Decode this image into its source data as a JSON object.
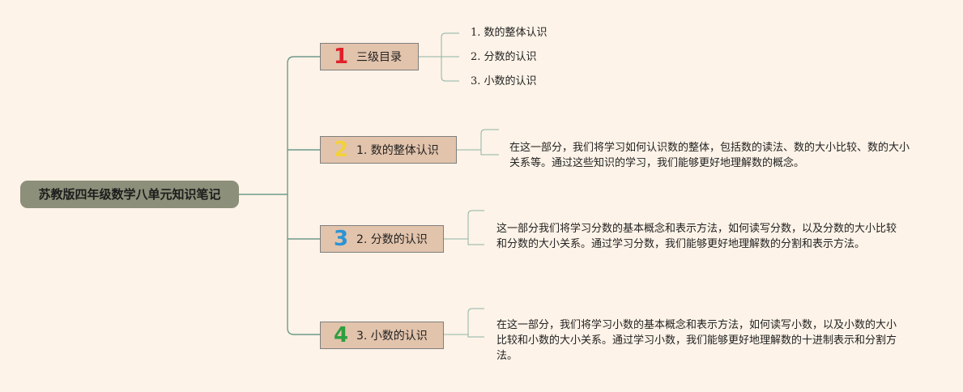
{
  "root": {
    "title": "苏教版四年级数学八单元知识笔记"
  },
  "branches": [
    {
      "number": "1",
      "label": "三级目录",
      "color": "#e0202a",
      "children": [
        "1. 数的整体认识",
        "2. 分数的认识",
        "3. 小数的认识"
      ]
    },
    {
      "number": "2",
      "label": "1. 数的整体认识",
      "color": "#f3d13c",
      "description": "在这一部分，我们将学习如何认识数的整体，包括数的读法、数的大小比较、数的大小关系等。通过这些知识的学习，我们能够更好地理解数的概念。"
    },
    {
      "number": "3",
      "label": "2. 分数的认识",
      "color": "#2b93d6",
      "description": "这一部分我们将学习分数的基本概念和表示方法，如何读写分数，以及分数的大小比较和分数的大小关系。通过学习分数，我们能够更好地理解数的分割和表示方法。"
    },
    {
      "number": "4",
      "label": "3. 小数的认识",
      "color": "#2e9e3f",
      "description": "在这一部分，我们将学习小数的基本概念和表示方法，如何读写小数，以及小数的大小比较和小数的大小关系。通过学习小数，我们能够更好地理解数的十进制表示和分割方法。"
    }
  ],
  "colors": {
    "background": "#fdf3e8",
    "root_fill": "#8c8f79",
    "branch_fill": "#e2c3ab",
    "connector": "#6f9a8b"
  }
}
